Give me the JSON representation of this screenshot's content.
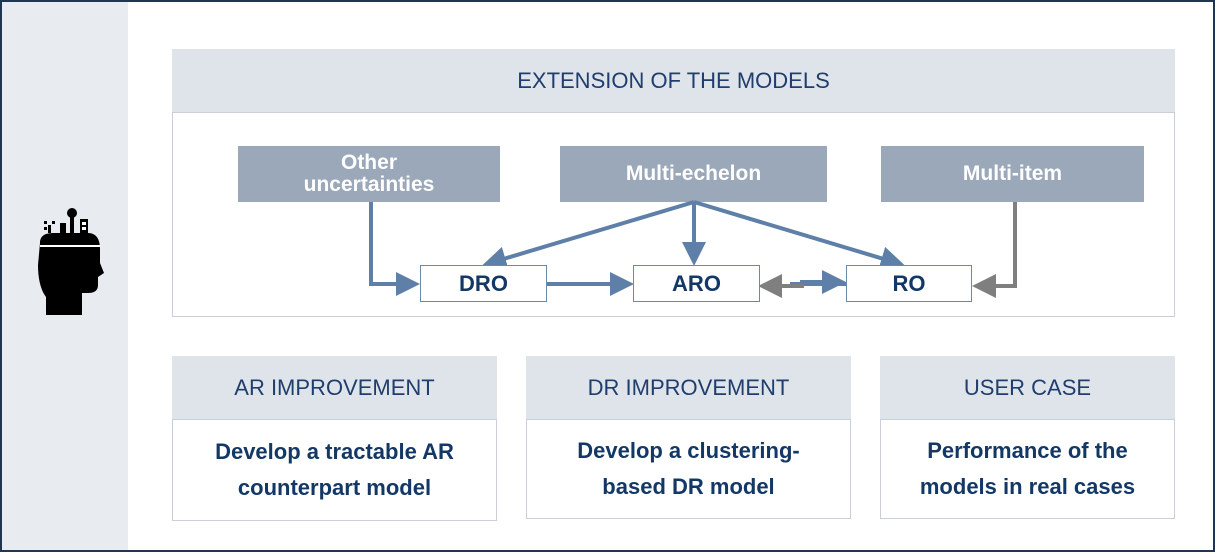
{
  "extension": {
    "title": "EXTENSION OF THE MODELS",
    "sources": {
      "other_uncertainties": "Other\nuncertainties",
      "multi_echelon": "Multi-echelon",
      "multi_item": "Multi-item"
    },
    "models": {
      "dro": "DRO",
      "aro": "ARO",
      "ro": "RO"
    }
  },
  "sections": [
    {
      "title": "AR IMPROVEMENT",
      "body": "Develop a tractable AR\ncounterpart model"
    },
    {
      "title": "DR IMPROVEMENT",
      "body": "Develop a clustering-\nbased DR model"
    },
    {
      "title": "USER CASE",
      "body": "Performance of the\nmodels in real cases"
    }
  ],
  "colors": {
    "accent_blue": "#5e80a8",
    "arrow_gray": "#7f7f7f",
    "source_box": "#9aa8b9",
    "banner": "#dfe4eb",
    "text_dark": "#143866"
  },
  "icons": {
    "thinking_head": "head-with-tools-icon"
  }
}
